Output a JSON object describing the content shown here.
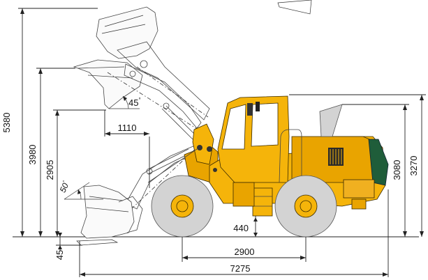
{
  "dimensions": {
    "overall_height_raised": "5380",
    "hinge_pin_height": "3980",
    "dump_height": "2905",
    "dump_reach": "1110",
    "dump_angle": "45",
    "rollback_angle": "50",
    "cab_height": "3270",
    "exhaust_height": "3080",
    "ground_clearance": "440",
    "digging_depth": "45",
    "wheelbase": "2900",
    "overall_length": "7275"
  },
  "degree_mark": "°",
  "colors": {
    "body": "#f5b40a",
    "tire": "#d3d3d3",
    "accent": "#1f5d3a",
    "line": "#222222"
  }
}
